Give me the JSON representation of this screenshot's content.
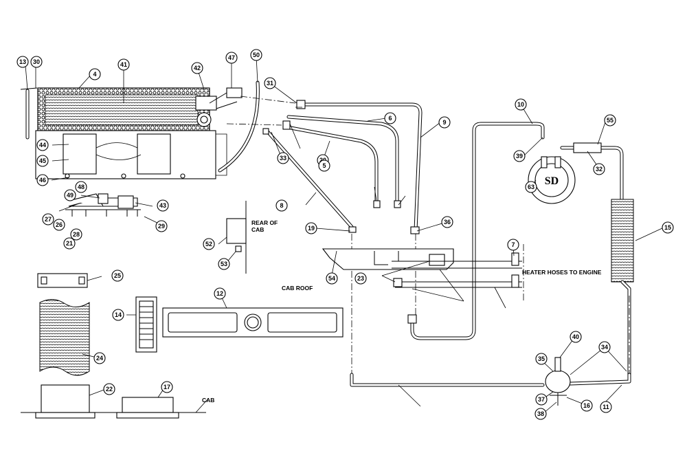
{
  "diagram": {
    "callouts": [
      "13",
      "30",
      "4",
      "41",
      "42",
      "47",
      "50",
      "31",
      "6",
      "9",
      "10",
      "55",
      "39",
      "32",
      "63",
      "15",
      "44",
      "45",
      "46",
      "33",
      "20",
      "5",
      "48",
      "49",
      "43",
      "27",
      "26",
      "28",
      "21",
      "29",
      "8",
      "52",
      "53",
      "54",
      "19",
      "36",
      "7",
      "23",
      "25",
      "14",
      "12",
      "24",
      "22",
      "17",
      "35",
      "40",
      "34",
      "37",
      "38",
      "16",
      "11"
    ],
    "labels": {
      "rear_of_cab": "REAR OF\nCAB",
      "cab_roof": "CAB ROOF",
      "heater_hoses": "HEATER HOSES TO ENGINE",
      "cab": "CAB",
      "compressor_mark": "SD"
    }
  }
}
